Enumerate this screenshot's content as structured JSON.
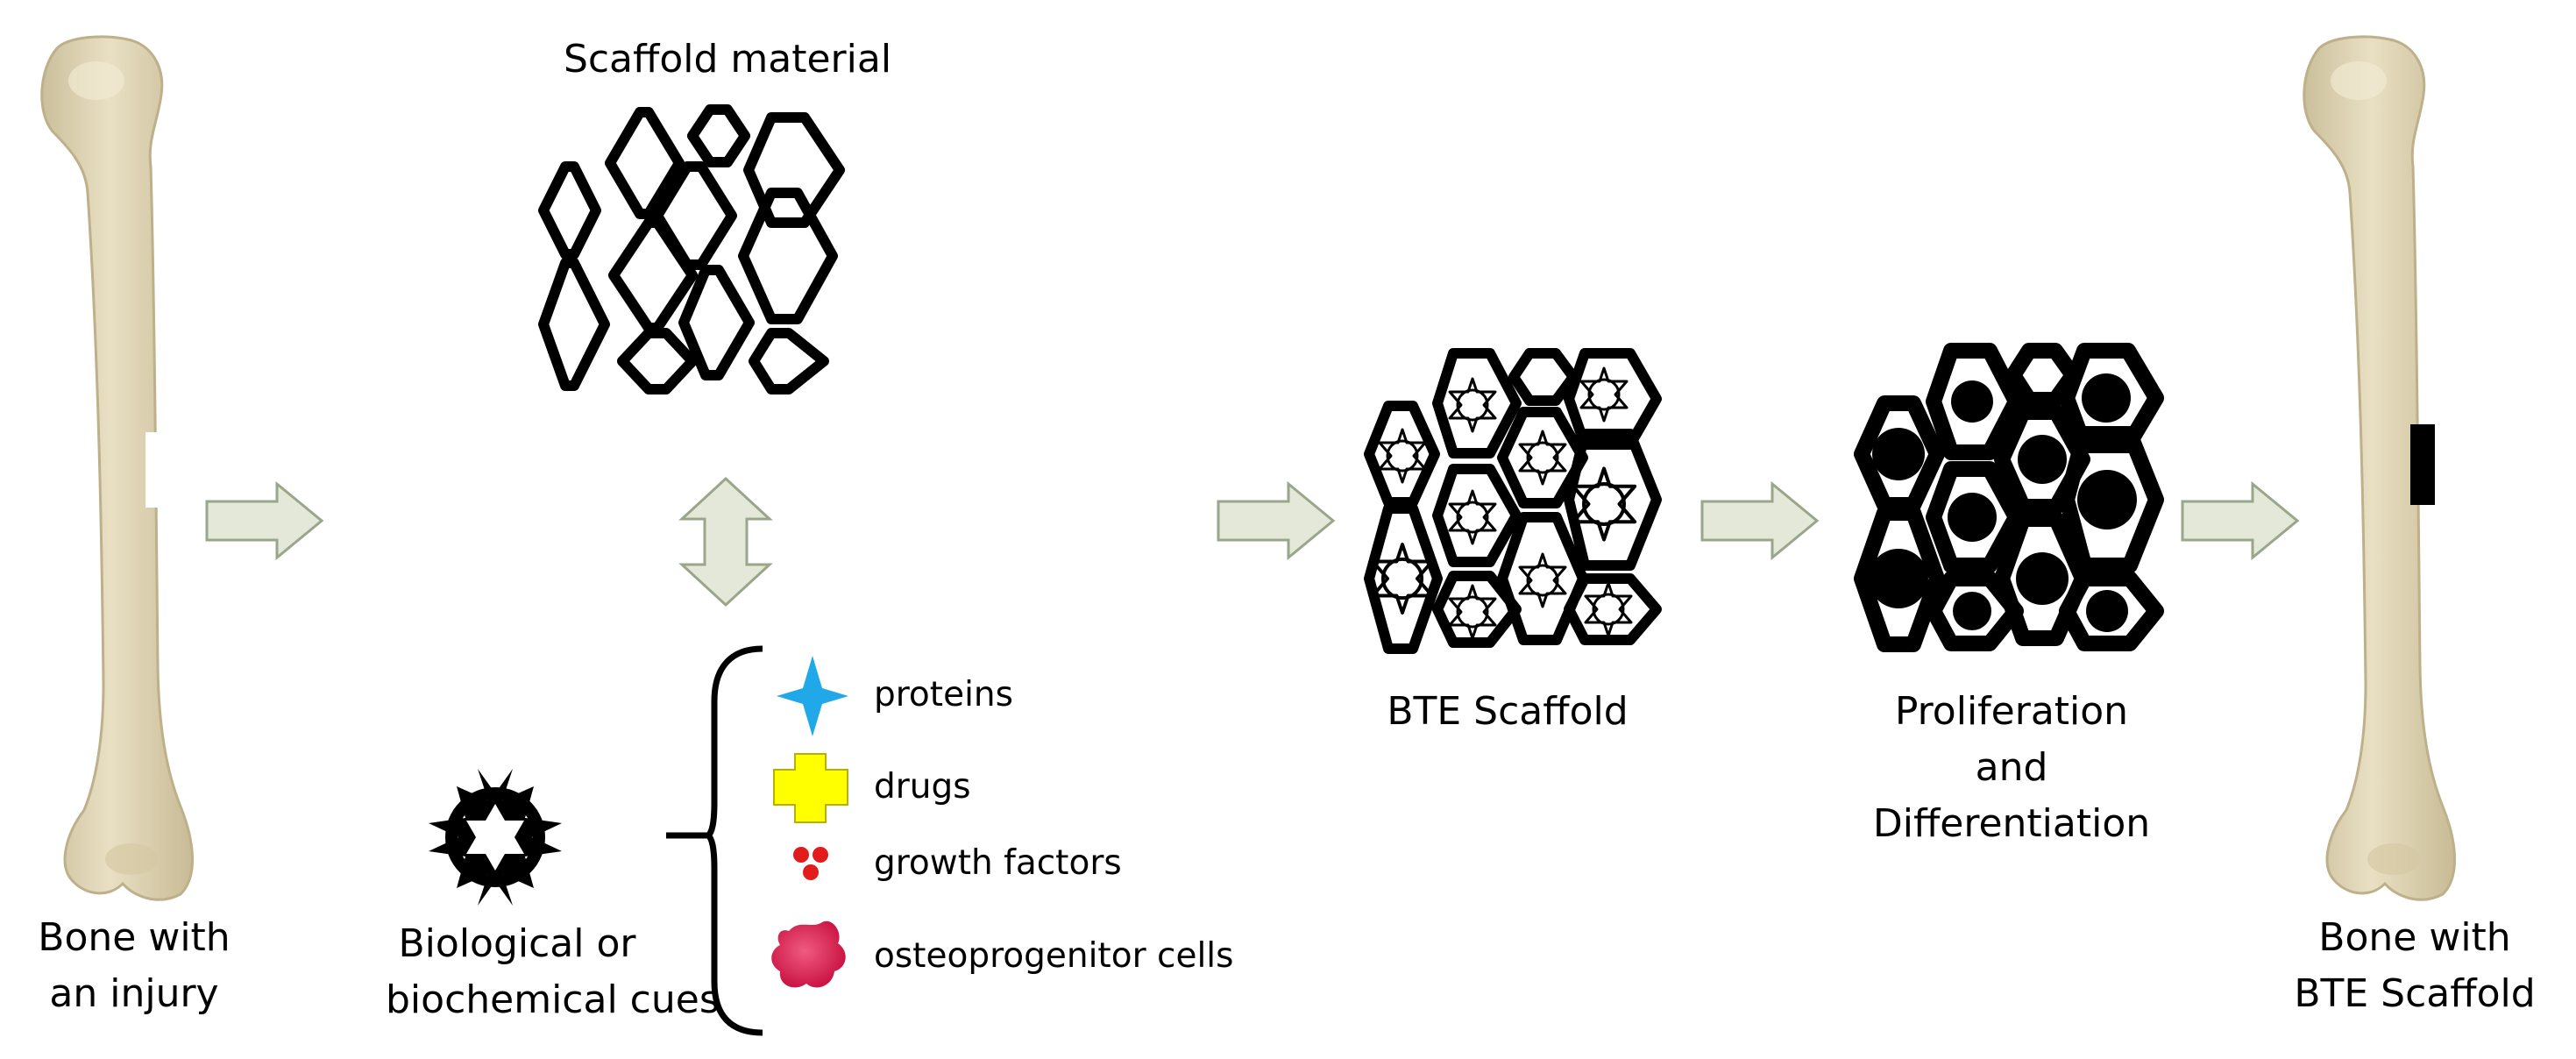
{
  "labels": {
    "bone_injury": [
      "Bone with",
      "an injury"
    ],
    "scaffold_material": "Scaffold material",
    "biological_cues": [
      "Biological or",
      "biochemical cues"
    ],
    "bte_scaffold": "BTE Scaffold",
    "prolif_diff": [
      "Proliferation",
      "and",
      "Differentiation"
    ],
    "bone_scaffold": [
      "Bone with",
      "BTE Scaffold"
    ]
  },
  "cues": [
    {
      "label": "proteins",
      "icon": "four-point-star-icon",
      "color": "#20a8e8"
    },
    {
      "label": "drugs",
      "icon": "plus-cross-icon",
      "color": "#ffff00"
    },
    {
      "label": "growth factors",
      "icon": "three-dots-icon",
      "color": "#e21b1b"
    },
    {
      "label": "osteoprogenitor cells",
      "icon": "cell-blob-icon",
      "color": "#e0245a"
    }
  ],
  "colors": {
    "bone": "#e2d8b9",
    "bone_shade": "#c9bd98",
    "arrow_fill": "#e3e8d8",
    "arrow_stroke": "#9aa68a",
    "outline": "#000000"
  }
}
